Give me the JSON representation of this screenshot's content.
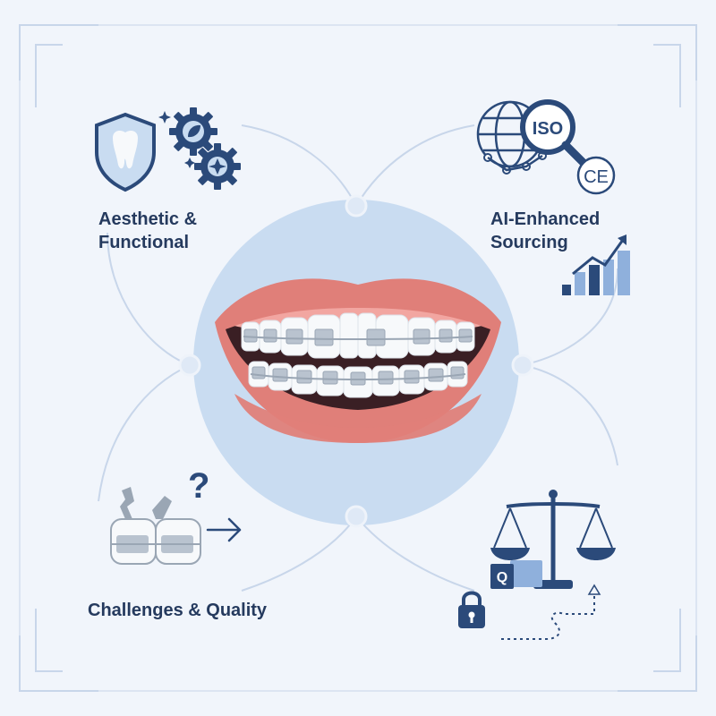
{
  "colors": {
    "background": "#f1f5fb",
    "navy": "#2b4a7a",
    "text": "#253a5e",
    "light_blue": "#c9dcf1",
    "mid_blue": "#8fb0dc",
    "line": "#c8d6ea",
    "lip": "#e07f79",
    "lip_dark": "#c9615c",
    "gum": "#f2a6a1",
    "tooth": "#f7f9fb",
    "bracket": "#b9c3cf"
  },
  "nodes": {
    "aesthetic": {
      "line1": "Aesthetic &",
      "line2": "Functional",
      "icons": [
        "shield-tooth-icon",
        "gear-leaf-icon",
        "gear-sparkle-icon"
      ]
    },
    "sourcing": {
      "line1": "AI-Enhanced",
      "line2": "Sourcing",
      "icons": [
        "globe-network-icon",
        "magnifier-icon",
        "bar-chart-icon",
        "trend-arrow-icon"
      ],
      "magnifier_text": "ISO",
      "mark_text": "CE"
    },
    "challenges": {
      "line1": "Challenges & Quality",
      "icons": [
        "cracked-bracket-icon",
        "arrow-right-icon"
      ],
      "question": "?"
    },
    "compliance": {
      "icons": [
        "balance-scale-icon",
        "cube-icon",
        "lock-icon",
        "dotted-path-icon"
      ],
      "cube_text": "Q"
    }
  },
  "center": {
    "image": "smile-with-braces-icon"
  }
}
